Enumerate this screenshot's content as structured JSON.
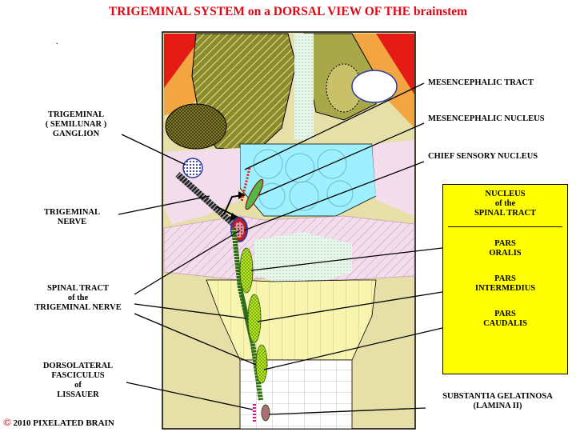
{
  "title": "TRIGEMINAL SYSTEM on a DORSAL VIEW OF THE brainstem",
  "stray_mark": ".",
  "labels": {
    "ganglion": [
      "TRIGEMINAL",
      "( SEMILUNAR )",
      "GANGLION"
    ],
    "nerve": [
      "TRIGEMINAL",
      "NERVE"
    ],
    "spinal_tract": [
      "SPINAL TRACT",
      "of the",
      "TRIGEMINAL NERVE"
    ],
    "lissauer": [
      "DORSOLATERAL",
      "FASCICULUS",
      "of",
      "LISSAUER"
    ],
    "mesencephalic_tract": "MESENCEPHALIC TRACT",
    "mesencephalic_nucleus": "MESENCEPHALIC NUCLEUS",
    "chief_sensory_nucleus": "CHIEF SENSORY NUCLEUS",
    "substantia_gelatinosa": [
      "SUBSTANTIA GELATINOSA",
      "(LAMINA II)"
    ]
  },
  "nucleus_box": {
    "heading": [
      "NUCLEUS",
      "of the",
      "SPINAL TRACT"
    ],
    "oralis": [
      "PARS",
      "ORALIS"
    ],
    "intermedius": [
      "PARS",
      "INTERMEDIUS"
    ],
    "caudalis": [
      "PARS",
      "CAUDALIS"
    ]
  },
  "copyright": {
    "symbol": "©",
    "text": "2010  PIXELATED BRAIN"
  },
  "colors": {
    "title": "#e30613",
    "brainstem_tan": "#e6e0a8",
    "olive_green": "#8c8c2a",
    "orange": "#f2a540",
    "red": "#e31b14",
    "cyan": "#9ff0ff",
    "pink": "#f3dcec",
    "light_yellow": "#f7f4b0",
    "nucleus_green": "#b8e61e",
    "chief_nucleus_blue": "#2e3aa0",
    "chief_nucleus_red": "#c4171f",
    "box_yellow": "#ffff00"
  }
}
